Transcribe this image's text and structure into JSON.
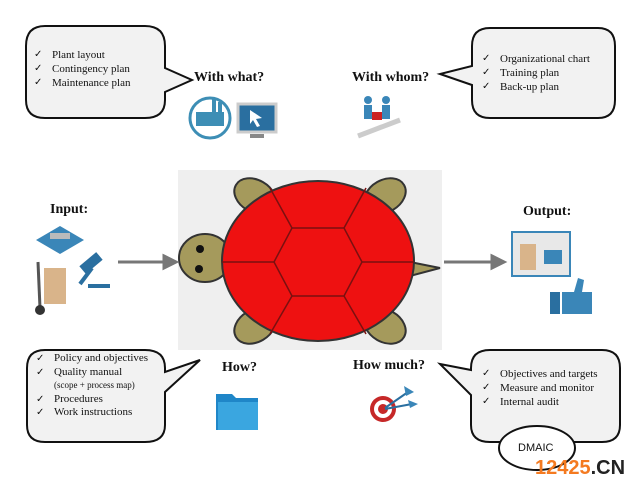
{
  "with_what": {
    "title": "With what?",
    "items": [
      "Plant layout",
      "Contingency plan",
      "Maintenance plan"
    ]
  },
  "with_whom": {
    "title": "With whom?",
    "items": [
      "Organizational chart",
      "Training plan",
      "Back-up plan"
    ]
  },
  "input": {
    "title": "Input:"
  },
  "output": {
    "title": "Output:"
  },
  "how": {
    "title": "How?",
    "items": [
      "Policy and objectives",
      "Quality manual",
      "Procedures",
      "Work instructions"
    ],
    "note": "(scope + process map)"
  },
  "how_much": {
    "title": "How much?",
    "items": [
      "Objectives and targets",
      "Measure and monitor",
      "Internal audit"
    ],
    "bubble": "DMAIC"
  },
  "watermark": {
    "num": "12425",
    "suffix": ".CN"
  },
  "colors": {
    "shell": "#ee1111",
    "turtle_skin": "#a59a5c",
    "icon_blue": "#2a7fb8",
    "watermark_orange": "#f47a20"
  }
}
